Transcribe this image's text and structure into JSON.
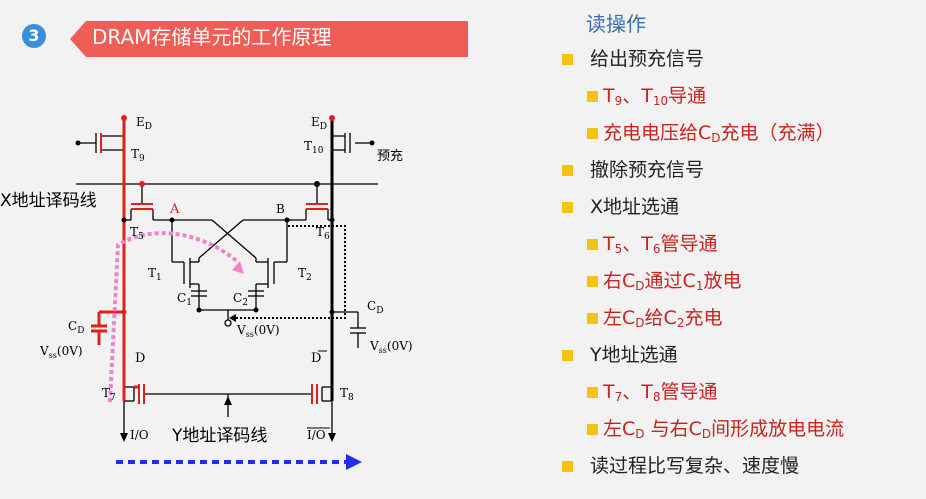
{
  "header": {
    "section_number": "3",
    "title": "DRAM存储单元的工作原理"
  },
  "diagram": {
    "ed_left": "E",
    "ed_left_sub": "D",
    "ed_right": "E",
    "ed_right_sub": "D",
    "t9": "T",
    "t9_sub": "9",
    "t10": "T",
    "t10_sub": "10",
    "precharge": "预充",
    "x_decoder": "X地址译码线",
    "node_a": "A",
    "node_b": "B",
    "t5": "T",
    "t5_sub": "5",
    "t6": "T",
    "t6_sub": "6",
    "t1": "T",
    "t1_sub": "1",
    "t2": "T",
    "t2_sub": "2",
    "c1": "C",
    "c1_sub": "1",
    "c2": "C",
    "c2_sub": "2",
    "vss_center": "V",
    "vss_center_sub": "ss",
    "vss_center_val": "(0V)",
    "cd_left": "C",
    "cd_left_sub": "D",
    "cd_right": "C",
    "cd_right_sub": "D",
    "vss_left": "V",
    "vss_left_sub": "ss",
    "vss_left_val": "(0V)",
    "vss_right": "V",
    "vss_right_sub": "ss",
    "vss_right_val": "(0V)",
    "d_label": "D",
    "d_bar_label": "D",
    "t7": "T",
    "t7_sub": "7",
    "t8": "T",
    "t8_sub": "8",
    "io": "I/O",
    "io_bar": "I/O",
    "y_decoder": "Y地址译码线"
  },
  "panel": {
    "title": "读操作",
    "items": [
      {
        "level": 1,
        "parts": [
          {
            "t": "给出预充信号"
          }
        ]
      },
      {
        "level": 2,
        "parts": [
          {
            "t": "T"
          },
          {
            "sub": "9"
          },
          {
            "t": "、T"
          },
          {
            "sub": "10"
          },
          {
            "t": "导通"
          }
        ]
      },
      {
        "level": 2,
        "parts": [
          {
            "t": "充电电压给C"
          },
          {
            "sub": "D"
          },
          {
            "t": "充电（充满）"
          }
        ]
      },
      {
        "level": 1,
        "parts": [
          {
            "t": "撤除预充信号"
          }
        ]
      },
      {
        "level": 1,
        "parts": [
          {
            "t": "X地址选通"
          }
        ]
      },
      {
        "level": 2,
        "parts": [
          {
            "t": "T"
          },
          {
            "sub": "5"
          },
          {
            "t": "、T"
          },
          {
            "sub": "6"
          },
          {
            "t": "管导通"
          }
        ]
      },
      {
        "level": 2,
        "parts": [
          {
            "t": "右C"
          },
          {
            "sub": "D"
          },
          {
            "t": "通过C"
          },
          {
            "sub": "1"
          },
          {
            "t": "放电"
          }
        ]
      },
      {
        "level": 2,
        "parts": [
          {
            "t": "左C"
          },
          {
            "sub": "D"
          },
          {
            "t": "给C"
          },
          {
            "sub": "2"
          },
          {
            "t": "充电"
          }
        ]
      },
      {
        "level": 1,
        "parts": [
          {
            "t": "Y地址选通"
          }
        ]
      },
      {
        "level": 2,
        "parts": [
          {
            "t": "T"
          },
          {
            "sub": "7"
          },
          {
            "t": "、T"
          },
          {
            "sub": "8"
          },
          {
            "t": "管导通"
          }
        ]
      },
      {
        "level": 2,
        "parts": [
          {
            "t": "左C"
          },
          {
            "sub": "D"
          },
          {
            "t": " 与右C"
          },
          {
            "sub": "D"
          },
          {
            "t": "间形成放电电流"
          }
        ]
      },
      {
        "level": 1,
        "parts": [
          {
            "t": "读过程比写复杂、速度慢"
          }
        ]
      }
    ]
  },
  "colors": {
    "banner": "#ee5e57",
    "accent_red": "#c9231f",
    "title_blue": "#3b6fb4",
    "bullet": "#f5c20d",
    "arrow_blue": "#1f2ee8",
    "arrow_pink": "#f283c8"
  }
}
